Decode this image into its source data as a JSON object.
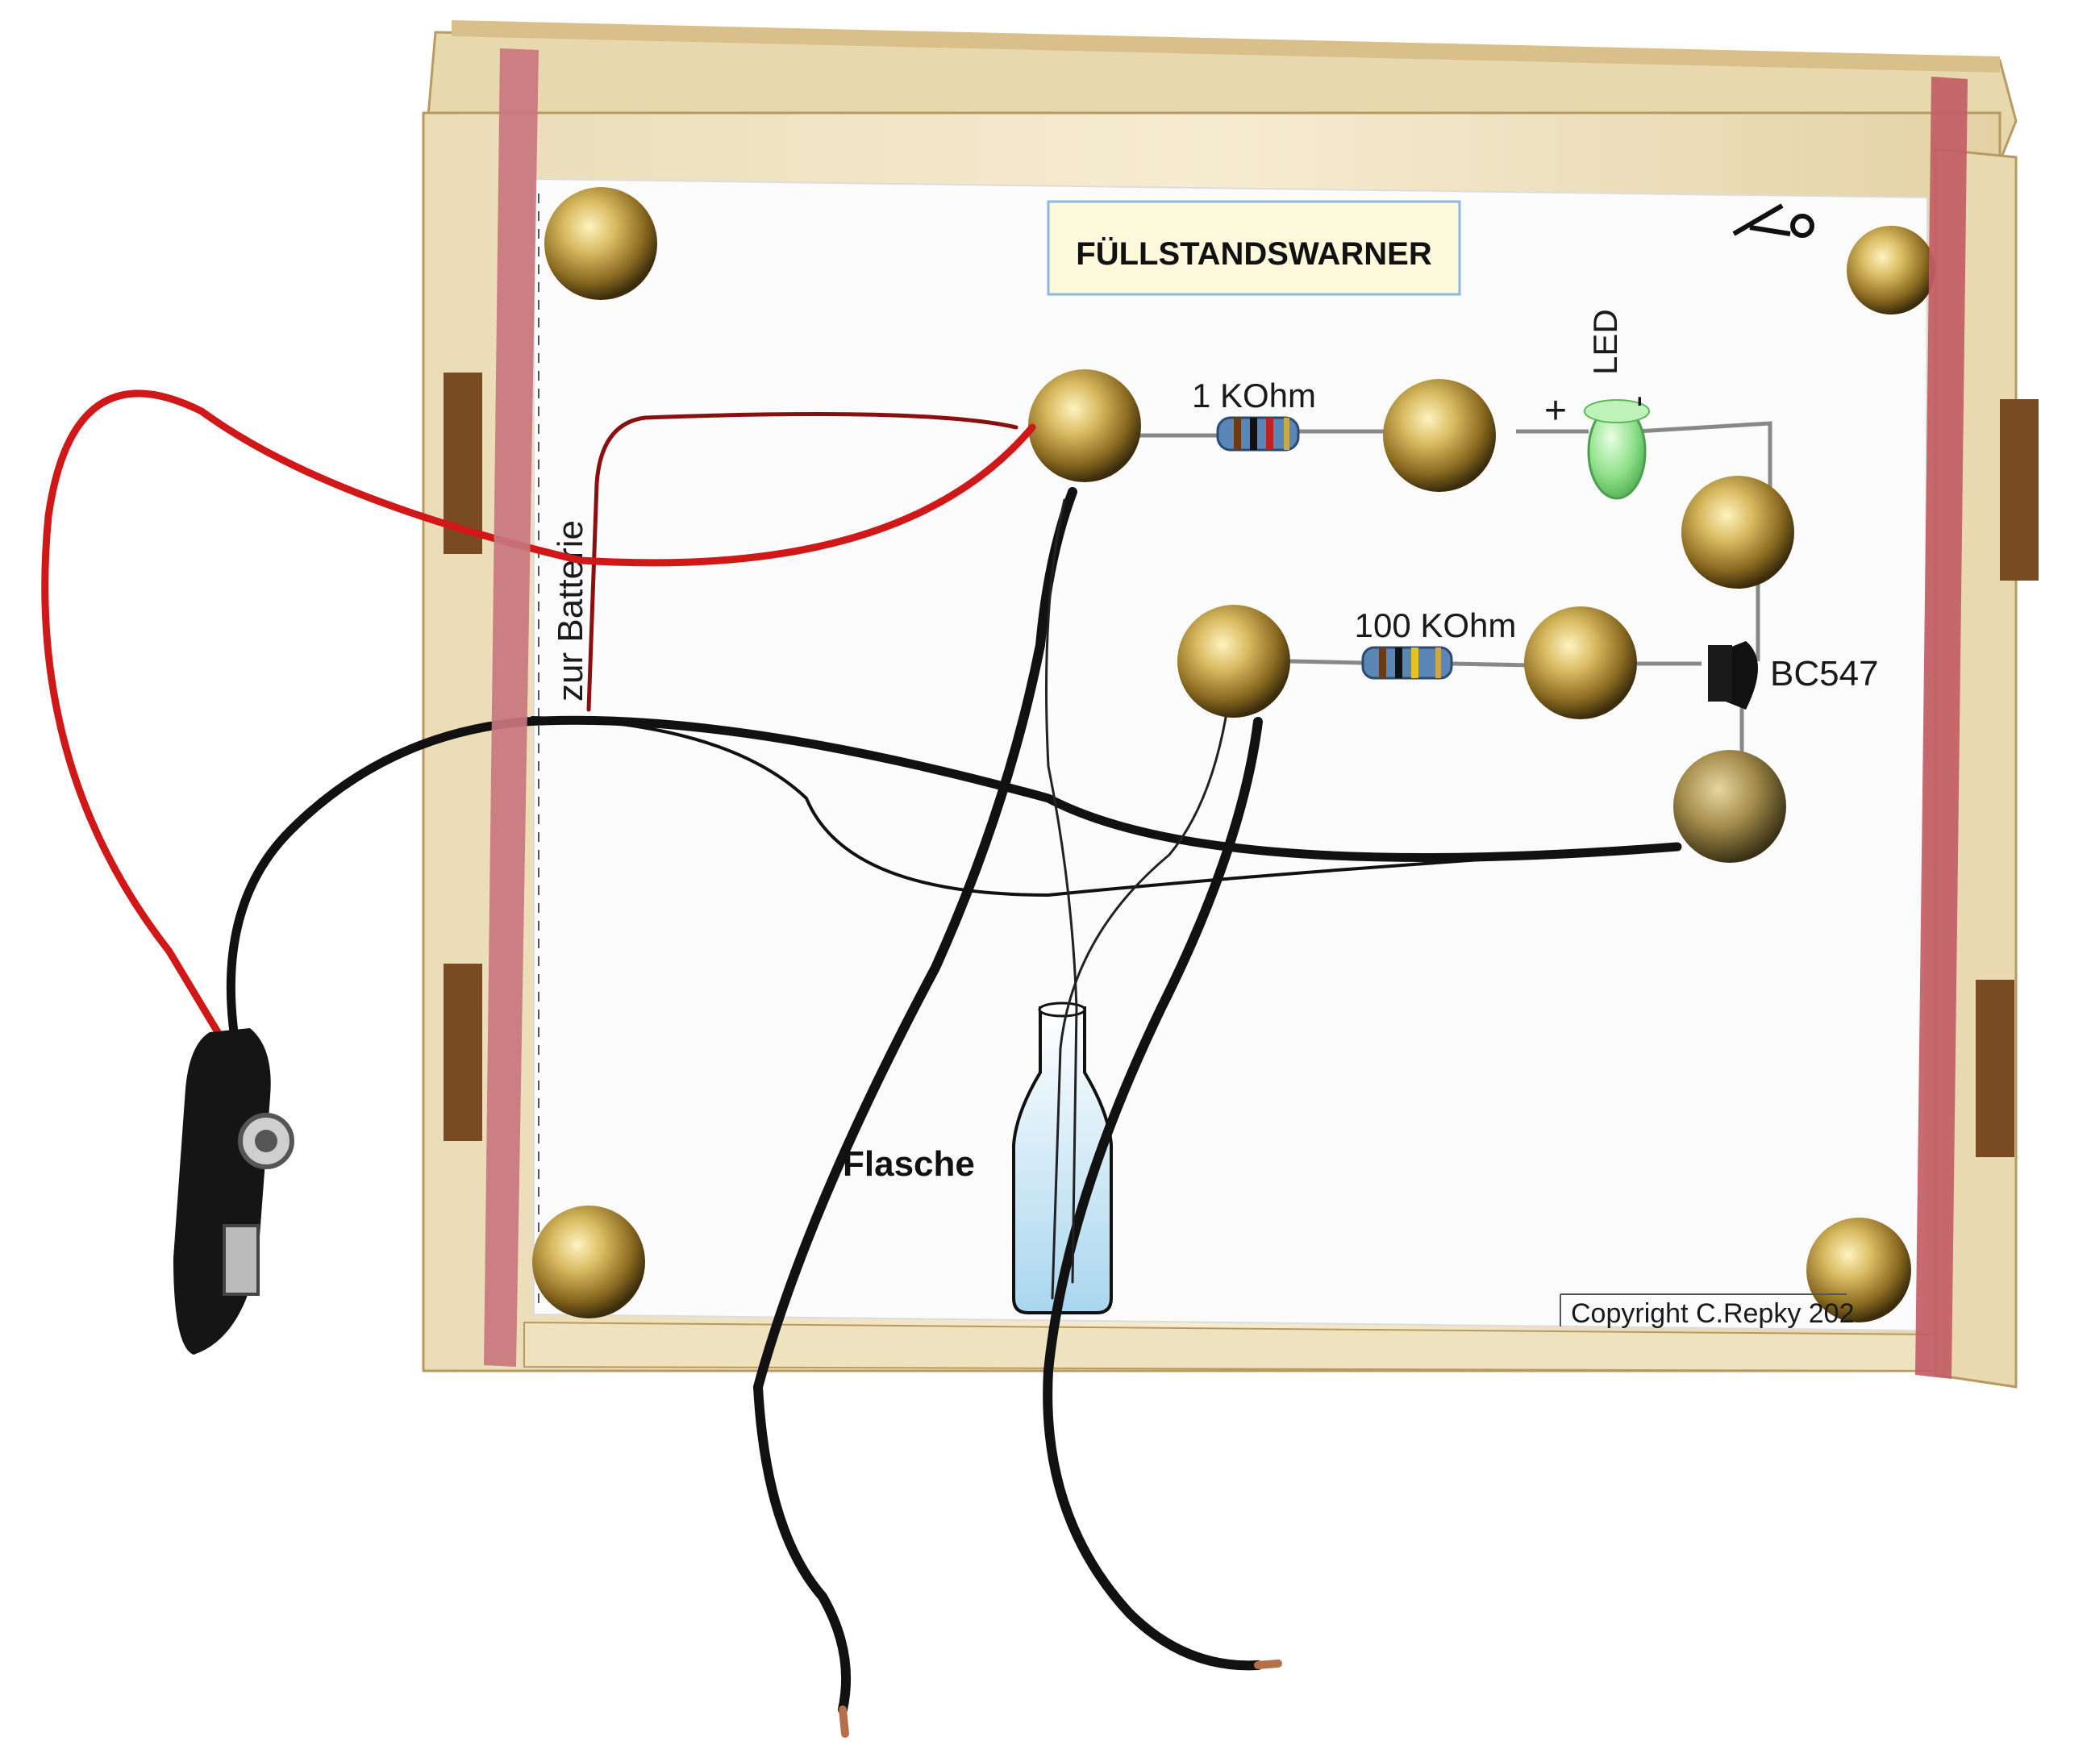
{
  "board": {
    "title": "FÜLLSTANDSWARNER",
    "battery_label": "zur Batterie",
    "copyright": "Copyright C.Repky 202",
    "bottle_label": "Flasche"
  },
  "components": {
    "resistor_1": "1 KOhm",
    "resistor_2": "100 KOhm",
    "led": "LED",
    "led_plus": "+",
    "led_minus": "-",
    "transistor": "BC547"
  },
  "colors": {
    "wood": "#efe3c4",
    "rubber_band": "#c9767e",
    "wire_red": "#d01818",
    "wire_black": "#111111",
    "brass": "#c9a84a",
    "led_green": "#8fe08a"
  }
}
